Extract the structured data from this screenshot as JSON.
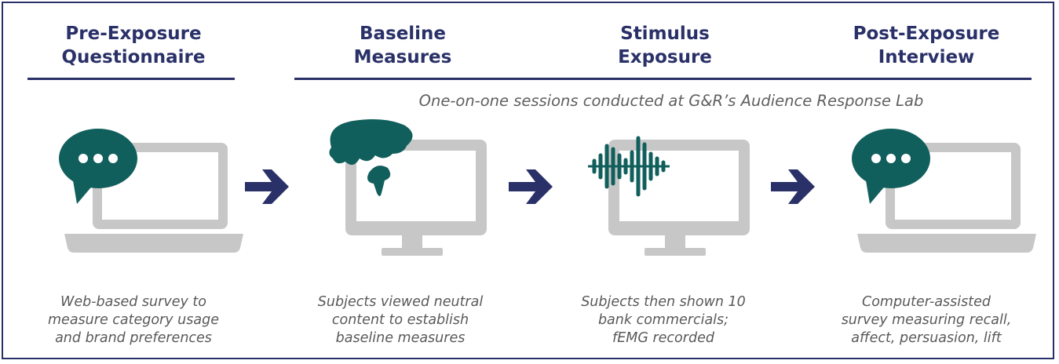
{
  "colors": {
    "navy": "#2a3168",
    "teal": "#115f5c",
    "gray": "#c7c7c7",
    "caption": "#595959"
  },
  "subtitle": "One-on-one sessions conducted at G&R’s Audience Response Lab",
  "steps": [
    {
      "title_line1": "Pre-Exposure",
      "title_line2": "Questionnaire",
      "icon": "laptop-chat-icon",
      "caption_line1": "Web-based survey to",
      "caption_line2": "measure category usage",
      "caption_line3": "and brand preferences"
    },
    {
      "title_line1": "Baseline",
      "title_line2": "Measures",
      "icon": "monitor-brain-icon",
      "caption_line1": "Subjects viewed neutral",
      "caption_line2": "content to establish",
      "caption_line3": "baseline measures"
    },
    {
      "title_line1": "Stimulus",
      "title_line2": "Exposure",
      "icon": "monitor-waveform-icon",
      "caption_line1": "Subjects then shown 10",
      "caption_line2": "bank commercials;",
      "caption_line3": "fEMG recorded"
    },
    {
      "title_line1": "Post-Exposure",
      "title_line2": "Interview",
      "icon": "laptop-chat-icon",
      "caption_line1": "Computer-assisted",
      "caption_line2": "survey measuring recall,",
      "caption_line3": "affect, persuasion, lift"
    }
  ]
}
